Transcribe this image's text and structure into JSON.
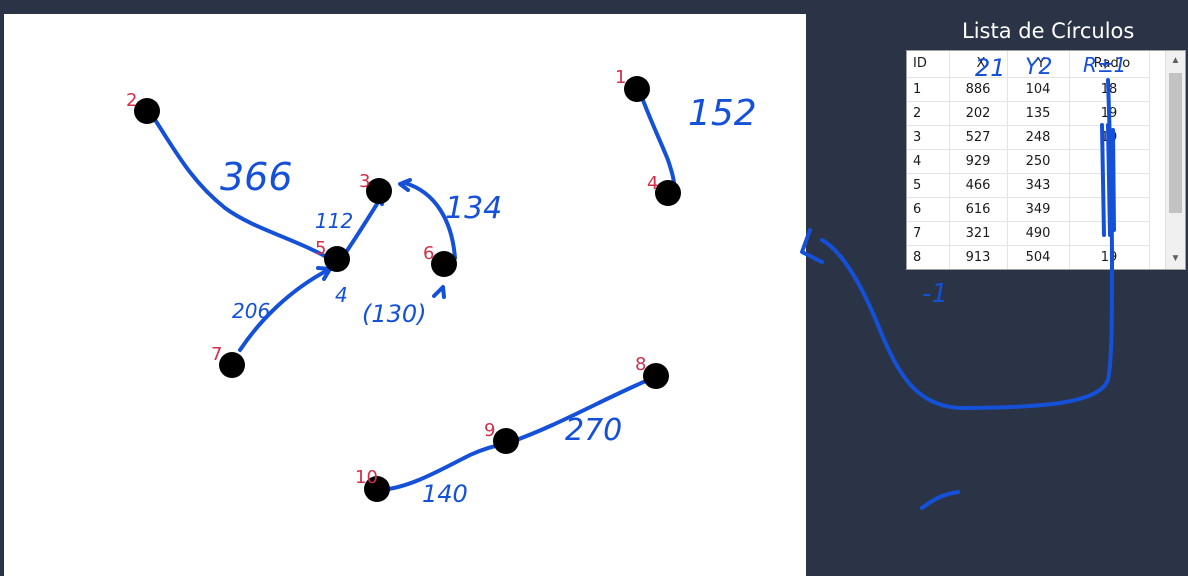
{
  "panel": {
    "title": "Lista de Círculos"
  },
  "grid": {
    "headers": [
      "ID",
      "X",
      "Y",
      "Radio"
    ],
    "rows": [
      [
        "1",
        "886",
        "104",
        "18"
      ],
      [
        "2",
        "202",
        "135",
        "19"
      ],
      [
        "3",
        "527",
        "248",
        "19"
      ],
      [
        "4",
        "929",
        "250",
        ""
      ],
      [
        "5",
        "466",
        "343",
        ""
      ],
      [
        "6",
        "616",
        "349",
        ""
      ],
      [
        "7",
        "321",
        "490",
        ""
      ],
      [
        "8",
        "913",
        "504",
        "19"
      ]
    ]
  },
  "nodes": [
    "1",
    "2",
    "3",
    "4",
    "5",
    "6",
    "7",
    "8",
    "9",
    "10"
  ],
  "annotations": {
    "a_152": "152",
    "a_366": "366",
    "a_112": "112",
    "a_134": "134",
    "a_130": "(130)",
    "a_206": "206",
    "a_270": "270",
    "a_140": "140",
    "a_4": "4",
    "col_x": "21",
    "col_y": "Y2",
    "col_r": "R±1",
    "minus1": "-1"
  },
  "colors": {
    "canvas": "#ffffff",
    "background": "#2b3446",
    "node": "#000000",
    "label": "#d32f4a",
    "ink": "#1450d8"
  }
}
